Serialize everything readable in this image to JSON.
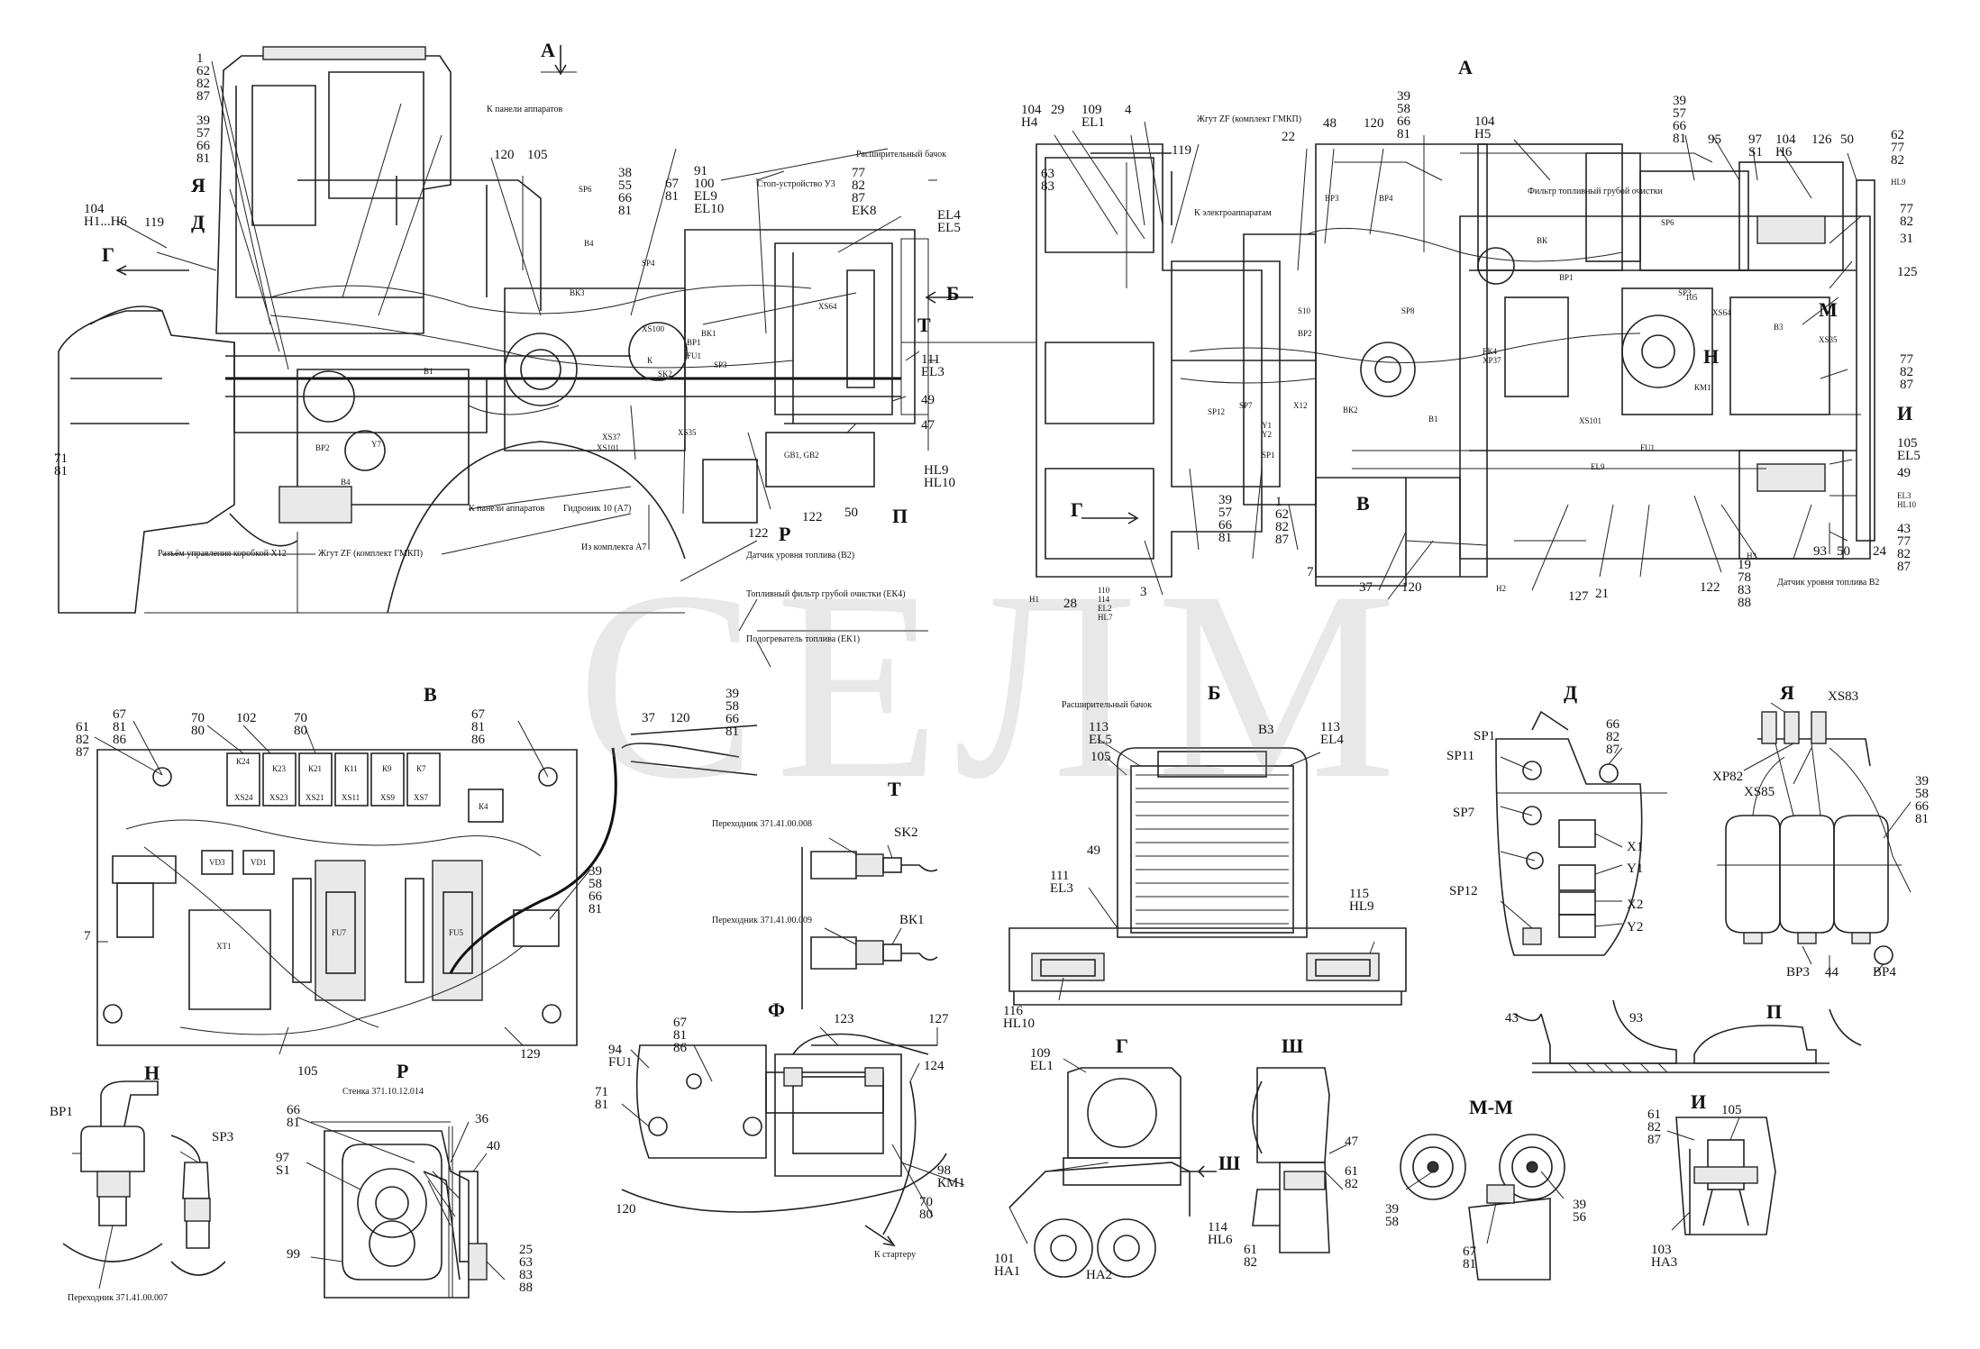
{
  "views": {
    "side": {
      "title": "А"
    },
    "top": {
      "title": "А"
    },
    "v": {
      "title": "В"
    },
    "b": {
      "title": "Б"
    },
    "t": {
      "title": "Т"
    },
    "f": {
      "title": "Ф"
    },
    "d": {
      "title": "Д"
    },
    "ya": {
      "title": "Я"
    },
    "p": {
      "title": "П"
    },
    "n": {
      "title": "Н"
    },
    "r": {
      "title": "Р"
    },
    "g": {
      "title": "Г"
    },
    "sh": {
      "title": "Ш"
    },
    "mm": {
      "title": "М-М"
    },
    "i": {
      "title": "И"
    }
  },
  "captions": {
    "k_paneli_top": "К панели аппаратов",
    "rasshir_side": "Расширительный бачок",
    "stop_u3": "Стоп-устройство У3",
    "k_paneli_bottom": "К панели аппаратов",
    "gidronik": "Гидроник 10 (А7)",
    "razem": "Разъём управления коробкой X12",
    "zhgut_side": "Жгут ZF (комплект ГМКП)",
    "iz_komplekta": "Из комплекта А7",
    "datchik_side": "Датчик уровня топлива (В2)",
    "toplivny_filtr": "Топливный фильтр грубой очистки (ЕК4)",
    "podogrevatel": "Подогреватель топлива (ЕК1)",
    "zhgut_top": "Жгут ZF (комплект ГМКП)",
    "k_elektro": "К электроаппаратам",
    "filtr_top": "Фильтр топливный грубой очистки",
    "datchik_top": "Датчик уровня топлива В2",
    "rasshir_b": "Расширительный бачок",
    "perehodnik_008": "Переходник 371.41.00.008",
    "perehodnik_009": "Переходник 371.41.00.009",
    "k_starteru": "К стартеру",
    "stenka": "Стенка 371.10.12.014",
    "perehodnik_007": "Переходник 371.41.00.007",
    "watermark": "СЕЛМ"
  },
  "labels": {
    "side": [
      "1\n62\n82\n87",
      "39\n57\n66\n81",
      "104\nН1...Н6",
      "119",
      "Г",
      "Я",
      "Д",
      "120",
      "105",
      "38\n55\n66\n81",
      "67\n81",
      "91\n100\nEL9\nEL10",
      "77\n82\n87\nEK8",
      "EL4\nEL5",
      "Б",
      "Т",
      "111\nEL3",
      "49",
      "47",
      "HL9\nHL10",
      "П",
      "50",
      "122",
      "Р",
      "122",
      "71\n81",
      "SP6",
      "В4",
      "ВК3",
      "В1",
      "ВР2",
      "Y7",
      "В4",
      "SP4",
      "XS100",
      "BP1",
      "FU1",
      "ВК1",
      "SP3",
      "XS64",
      "XS37",
      "XS101",
      "XS35",
      "GB1, GB2",
      "К",
      "SK2"
    ],
    "top": [
      "104\nН4",
      "29",
      "109\nEL1",
      "4",
      "63\n83",
      "119",
      "22",
      "48",
      "120",
      "39\n58\n66\n81",
      "104\nН5",
      "39\n57\n66\n81",
      "95",
      "97\nS1",
      "104\nН6",
      "126",
      "50",
      "62\n77\n82",
      "HL9",
      "77\n82",
      "31",
      "125",
      "М",
      "105",
      "Н",
      "77\n82\n87",
      "И",
      "105\nEL5",
      "49",
      "EL3\nHL10",
      "43\n77\n82\n87",
      "24",
      "50",
      "93",
      "19\n78\n83\n88",
      "122",
      "21",
      "127",
      "120",
      "37",
      "В",
      "1\n62\n82\n87",
      "7",
      "39\n57\n66\n81",
      "Г",
      "28",
      "110\n114\nEL2\nHL7",
      "3",
      "Н1",
      "Н2",
      "Н3",
      "ВР3",
      "ВР4",
      "S10",
      "BP2",
      "SP7",
      "SP12",
      "SP1",
      "Y1\nY2",
      "X12",
      "ВК2",
      "В1",
      "SP8",
      "ЕК4\nXP37",
      "SP6",
      "ВК",
      "ВР1",
      "SP3",
      "XS64",
      "В3",
      "XS35",
      "КМ1",
      "XS101",
      "FU1",
      "EL9"
    ],
    "v": [
      "61\n82\n87",
      "67\n81\n86",
      "70\n80",
      "102",
      "70\n80",
      "67\n81\n86",
      "37",
      "120",
      "39\n58\n66\n81",
      "39\n58\n66\n81",
      "7",
      "105",
      "129",
      "К24",
      "К23",
      "К21",
      "К11",
      "К9",
      "К7",
      "XS24",
      "XS23",
      "XS21",
      "XS11",
      "XS9",
      "XS7",
      "К4",
      "VD3",
      "VD1",
      "XT1",
      "FU7",
      "FU5"
    ],
    "b": [
      "113\nEL5",
      "105",
      "В3",
      "113\nEL4",
      "111\nEL3",
      "49",
      "115\nHL9",
      "116\nHL10"
    ],
    "t": [
      "SK2",
      "ВК1"
    ],
    "f": [
      "67\n81\n86",
      "123",
      "127",
      "94\nFU1",
      "71\n81",
      "124",
      "120",
      "98\nКМ1",
      "70\n80"
    ],
    "d": [
      "SP1",
      "SP11",
      "66\n82\n87",
      "SP7",
      "SP12",
      "X1",
      "Y1",
      "X2",
      "Y2",
      "43",
      "93"
    ],
    "ya": [
      "XS83",
      "XP82",
      "XS85",
      "39\n58\n66\n81",
      "ВР3",
      "44",
      "ВР4"
    ],
    "n": [
      "ВР1",
      "SP3"
    ],
    "r": [
      "66\n81",
      "36",
      "97\nS1",
      "40",
      "99",
      "25\n63\n83\n88"
    ],
    "g": [
      "109\nEL1",
      "Ш",
      "101\nНА1",
      "НА2"
    ],
    "sh": [
      "47",
      "61\n82",
      "114\nHL6",
      "61\n82"
    ],
    "mm": [
      "39\n58",
      "39\n56",
      "67\n81"
    ],
    "i": [
      "61\n82\n87",
      "105",
      "103\nНА3"
    ]
  }
}
